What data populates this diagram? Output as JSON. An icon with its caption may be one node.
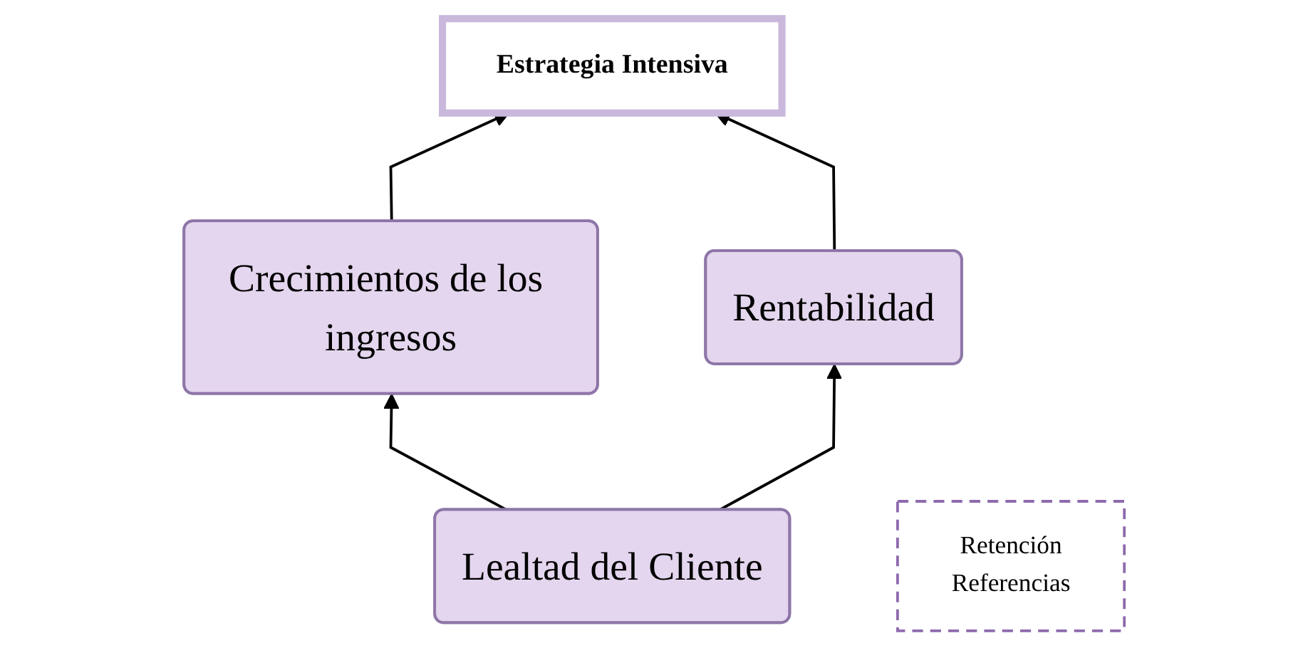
{
  "diagram": {
    "nodes": [
      {
        "text": [
          "Estrategia Intensiva"
        ]
      },
      {
        "text": [
          "Crecimientos de los ingresos"
        ]
      },
      {
        "text": [
          "Rentabilidad"
        ]
      },
      {
        "text": [
          "Lealtad del Cliente"
        ]
      },
      {
        "text": [
          "Retención",
          "Referencias"
        ]
      }
    ],
    "edges": [
      {
        "from": 1,
        "to": 0,
        "arrow": "to"
      },
      {
        "from": 2,
        "to": 0,
        "arrow": "to"
      },
      {
        "from": 3,
        "to": 1,
        "arrow": "to"
      },
      {
        "from": 3,
        "to": 2,
        "arrow": "to"
      }
    ]
  }
}
